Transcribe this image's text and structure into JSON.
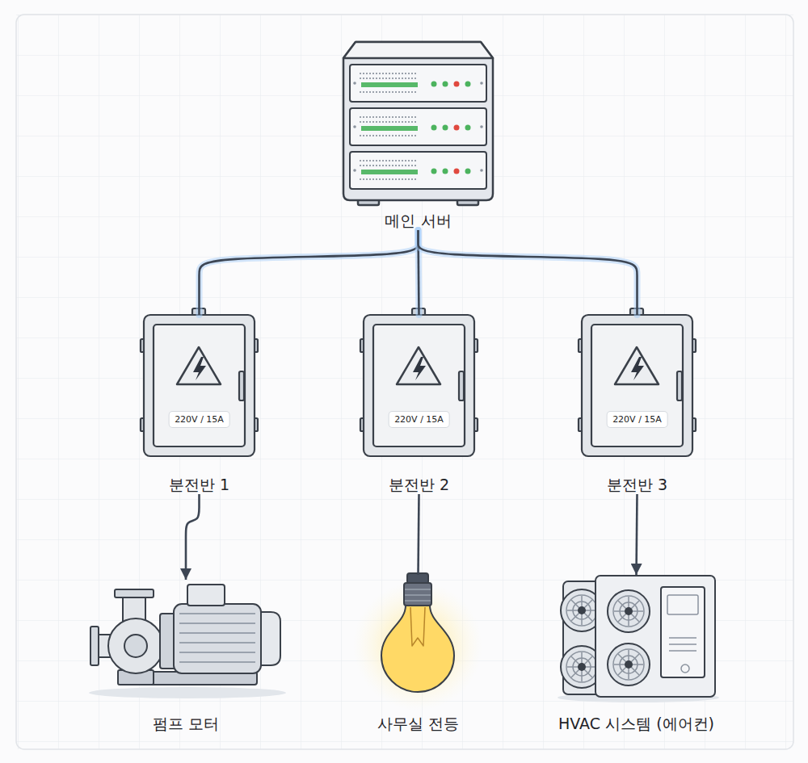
{
  "diagram": {
    "nodes": [
      {
        "text": [
          "메인 서버"
        ]
      },
      {
        "text": [
          "220V / 15A",
          "분전반 1"
        ]
      },
      {
        "text": [
          "220V / 15A",
          "분전반 2"
        ]
      },
      {
        "text": [
          "220V / 15A",
          "분전반 3"
        ]
      },
      {
        "text": [
          "펌프 모터"
        ]
      },
      {
        "text": [
          "사무실 전등"
        ]
      },
      {
        "text": [
          "HVAC 시스템 (에어컨)"
        ]
      }
    ],
    "edges": [
      {
        "from": 0,
        "to": 1,
        "arrow": "none"
      },
      {
        "from": 0,
        "to": 2,
        "arrow": "none"
      },
      {
        "from": 0,
        "to": 3,
        "arrow": "none"
      },
      {
        "from": 1,
        "to": 4,
        "arrow": "to"
      },
      {
        "from": 2,
        "to": 5,
        "arrow": "none"
      },
      {
        "from": 3,
        "to": 6,
        "arrow": "to"
      }
    ]
  }
}
